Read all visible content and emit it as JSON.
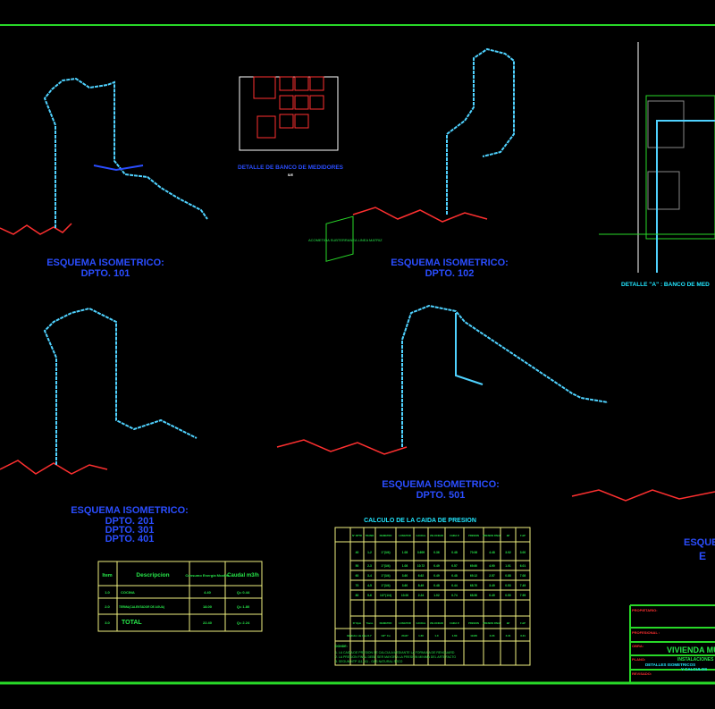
{
  "colors": {
    "background": "#000000",
    "border": "#28d828",
    "pipe": "#4fd2ff",
    "gas_line": "#ff3030",
    "label_magenta": "#ff22ff",
    "title_cyan": "#22e6ff",
    "table_yellow": "#f0f080",
    "text_green": "#27e84a",
    "blue": "#2a4dff"
  },
  "drawing": {
    "iso_101": {
      "title": "ESQUEMA ISOMETRICO:",
      "subtitle": "DPTO. 101"
    },
    "iso_102": {
      "title": "ESQUEMA ISOMETRICO:",
      "subtitle": "DPTO. 102"
    },
    "iso_201": {
      "title": "ESQUEMA ISOMETRICO:",
      "lines": [
        "DPTO. 201",
        "DPTO. 301",
        "DPTO. 401"
      ]
    },
    "iso_501": {
      "title": "ESQUEMA ISOMETRICO:",
      "subtitle": "DPTO. 501"
    },
    "iso_partial": {
      "title": "ESQUE",
      "subtitle": "E"
    },
    "banco_medidores": {
      "title": "DETALLE DE BANCO DE MEDIDORES",
      "scale": "S/E"
    },
    "detalle_a": {
      "title": "DETALLE \"A\" : BANCO DE MED"
    },
    "acometida_label": "ACOMETIDA SUBTERRANEA LINEA MATRIZ"
  },
  "consumo_table": {
    "headers": [
      "Item",
      "Descripcion",
      "Consumo Energía Mcal/hr",
      "Caudal m3/h"
    ],
    "rows": [
      [
        "1.0",
        "COCINA",
        "4.40",
        "Q= 0.44"
      ],
      [
        "2.0",
        "TERMA(CALENTADOR DE AGUA)",
        "18.00",
        "Q= 1.80"
      ],
      [
        "3.0",
        "TOTAL",
        "22.40",
        "Q= 2.24"
      ]
    ]
  },
  "pressure_table": {
    "title": "CALCULO DE LA CAIDA DE PRESION",
    "headers": [
      "N° DPTO",
      "TRAMO",
      "DIAMETRO",
      "LONGITUD",
      "CAUDAL",
      "VELOCIDAD",
      "CAIDA P.",
      "PRESION",
      "PRESION FINAL",
      "ΔP",
      "Σ ΔP"
    ],
    "rows": [
      [
        "40",
        "1-2",
        "1\"(3/4)",
        "1.08",
        "3.609",
        "0.36",
        "0.48",
        "70.06",
        "4.48",
        "3.02",
        "3.00"
      ],
      [
        "50",
        "2-3",
        "1\"(3/4)",
        "1.08",
        "10.72",
        "0.49",
        "0.57",
        "69.60",
        "4.90",
        "1.01",
        "6.01"
      ],
      [
        "60",
        "3-4",
        "1\"(3/4)",
        "3.60",
        "6.62",
        "0.49",
        "0.48",
        "69.12",
        "2.57",
        "0.88",
        "7.08"
      ],
      [
        "70",
        "4-5",
        "1\"(3/4)",
        "3.60",
        "8.49",
        "0.48",
        "0.44",
        "68.70",
        "3.49",
        "0.53",
        "7.49"
      ],
      [
        "80",
        "5-6",
        "1/2\"(1/4)",
        "10.00",
        "2.24",
        "1.02",
        "0.74",
        "68.50",
        "0.49",
        "0.50",
        "7.99"
      ]
    ],
    "footer_headers": [
      "N° Dpto",
      "Tramo",
      "DIAMETRO",
      "LONGITUD",
      "CAUDAL",
      "VELOCIDAD",
      "CAIDA P.",
      "PRESION",
      "PRESION FINAL",
      "ΔP",
      "Σ ΔP"
    ],
    "footer_row": [
      "Medidor de Gas",
      "6-7",
      "1/2\" Cu",
      "23.87",
      "1.60",
      "1.0",
      "1.60",
      "19.88",
      "2.23",
      "3.31",
      "3.31"
    ],
    "notes_title": "DONDE:",
    "notes": [
      "1. LA CAIDA DE PRESION SE CALCULA MEDIANTE LA FORMULA DE RENOUARD",
      "2. LA PRESION FINAL DEBE SER MAYOR A LA PRESION MINIMA DEL ARTEFACTO",
      "3. SEGUN NTP 111.011 - GAS NATURAL SECO"
    ]
  },
  "title_block": {
    "propietario_label": "PROPIETARIO:",
    "profesional_label": "PROFESIONAL :",
    "obra_label": "OBRA:",
    "obra_value": "VIVIENDA MU",
    "plano_label": "PLANO:",
    "plano_value_1": "INSTALACIONES",
    "plano_value_2": "DETALLES ISOMETRICOS",
    "plano_value_3": "Y CALCULOS",
    "revisado_label": "REVISADO:"
  }
}
